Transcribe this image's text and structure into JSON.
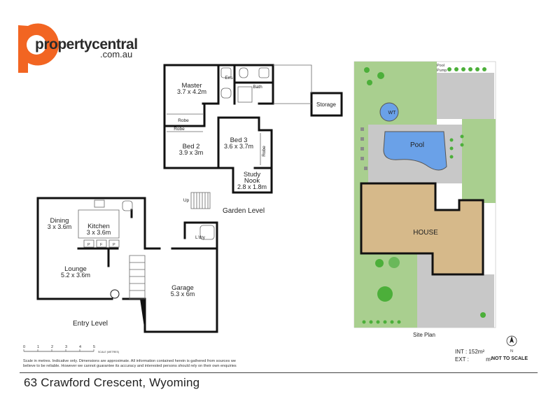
{
  "logo": {
    "brand": "propertycentral",
    "domain": ".com.au",
    "brand_color": "#f26522"
  },
  "colors": {
    "grass": "#a9cf8f",
    "paving": "#c8c8c8",
    "pool": "#6aa1e8",
    "house": "#d6b98a",
    "water_tank": "#6aa1e8",
    "shrub": "#4caf3a"
  },
  "garden_level": {
    "label": "Garden Level",
    "rooms": {
      "master": {
        "name": "Master",
        "dims": "3.7 x 4.2m"
      },
      "ens": {
        "name": "Ens"
      },
      "bath": {
        "name": "Bath"
      },
      "robe_master": {
        "name": "Robe"
      },
      "robe_bed2": {
        "name": "Robe"
      },
      "bed2": {
        "name": "Bed 2",
        "dims": "3.9 x 3m"
      },
      "bed3": {
        "name": "Bed 3",
        "dims": "3.6 x 3.7m"
      },
      "robe_bed3": {
        "name": "Robe"
      },
      "study": {
        "name_line1": "Study",
        "name_line2": "Nook",
        "dims": "2.8 x 1.8m"
      },
      "storage": {
        "name": "Storage"
      }
    },
    "stair_label": "Up"
  },
  "entry_level": {
    "label": "Entry Level",
    "rooms": {
      "dining": {
        "name": "Dining",
        "dims": "3 x 3.6m"
      },
      "kitchen": {
        "name": "Kitchen",
        "dims": "3 x 3.6m"
      },
      "lounge": {
        "name": "Lounge",
        "dims": "5.2 x 3.6m"
      },
      "garage": {
        "name": "Garage",
        "dims": "5.3 x 6m"
      },
      "laundry": {
        "name": "L'dry"
      },
      "pantry1": {
        "name": "P"
      },
      "fridge": {
        "name": "F"
      },
      "pantry2": {
        "name": "P"
      }
    }
  },
  "site_plan": {
    "label": "Site Plan",
    "pool": "Pool",
    "pool_pump": [
      "Pool",
      "Pump"
    ],
    "water_tank": "WT",
    "house": "HOUSE"
  },
  "scale_bar": {
    "ticks": [
      "0",
      "1",
      "2",
      "3",
      "4",
      "5"
    ],
    "caption": "SCALE (METRES)"
  },
  "disclaimer": "Scale in metres. Indicative only. Dimensions are approximate. All information contained herein is gathered from sources we believe to be reliable. However we cannot guarantee its accuracy and interested persons should rely on their own enquiries",
  "area": {
    "int_label": "INT :",
    "int_value": "152m²",
    "ext_label": "EXT :",
    "ext_value": "m²",
    "not_to_scale": "NOT TO SCALE"
  },
  "compass": {
    "north": "N"
  },
  "address": "63 Crawford Crescent, Wyoming"
}
